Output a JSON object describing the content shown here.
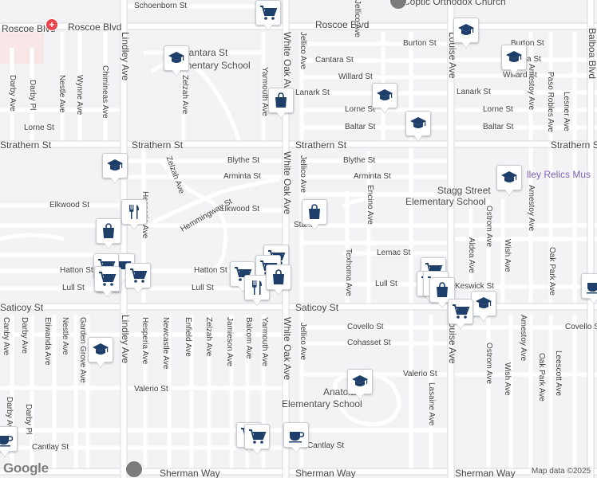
{
  "map": {
    "attribution": "Map data ©2025",
    "logo": "Google",
    "colors": {
      "background": "#f3f2f4",
      "road": "#ffffff",
      "major_road_outline": "#d9dbe1",
      "pin_icon": "#1e3f6a",
      "hospital": "#e9454c"
    }
  },
  "streets": {
    "roscoe_left": "Roscoe Blvd",
    "roscoe_mid": "Roscoe Blvd",
    "roscoe_right": "Roscoe Blvd",
    "strathern_left": "Strathern St",
    "strathern_mid": "Strathern St",
    "strathern_right": "Strathern St",
    "saticoy_left": "Saticoy St",
    "saticoy_mid": "Saticoy St",
    "sherman_left": "Sherman Way",
    "sherman_mid": "Sherman Way",
    "sherman_right": "Sherman Way",
    "schoenborn": "Schoenborn St",
    "burton": "Burton St",
    "cantara_right": "Cantara St",
    "cantara_mid": "Cantara St",
    "cantara_right2": "Cantara St",
    "willard_mid": "Willard St",
    "willard_right": "Willard St",
    "lanark_mid": "Lanark St",
    "lanark_right": "Lanark St",
    "lorne_left": "Lorne St",
    "lorne_mid": "Lorne St",
    "lorne_right": "Lorne St",
    "baltar_mid": "Baltar St",
    "baltar_right": "Baltar St",
    "blythe_left": "Blythe St",
    "blythe_mid": "Blythe St",
    "arminta_left": "Arminta St",
    "arminta_mid": "Arminta St",
    "elkwood_left": "Elkwood St",
    "elkwood_mid": "Elkwood St",
    "hemmingway": "Hemmingway St",
    "stagg_partial": "Sta..t",
    "lemac": "Lemac St",
    "hatton": "Hatton St",
    "hatton_left": "Hatton St",
    "lull_left": "Lull St",
    "lull_mid": "Lull St",
    "lull_right": "Lull St",
    "keswick": "Keswick St",
    "covello_mid": "Covello St",
    "covello_right": "Covello St",
    "cohasset": "Cohasset St",
    "valerio_left": "Valerio St",
    "valerio_mid": "Valerio St",
    "cantlay": "Cantlay St",
    "cantlay_mid": "Cantlay St",
    "darby_top": "Darby Ave",
    "darby_pl_top": "Darby Pl",
    "nestle_top": "Nestle Ave",
    "wynne": "Wynne Ave",
    "chimineas": "Chimineas Ave",
    "lindley_top": "Lindley Ave",
    "lindley_bottom": "Lindley Ave",
    "zelzah_top": "Zelzah Ave",
    "zelzah_mid": "Zelzah Ave",
    "zelzah_bottom": "Zelzah Ave",
    "yarmouth_top": "Yarmouth Ave",
    "yarmouth_bottom": "Yarmouth Ave",
    "white_oak_top": "White Oak Ave",
    "white_oak_bottom": "White Oak Ave",
    "jellico_top": "Jellico Ave",
    "jellico_mid": "Jellico Ave",
    "jellico_bottom": "Jellico Ave",
    "texhoma": "Texhoma Ave",
    "encino": "Encino Ave",
    "louise_top": "Louise Ave",
    "louise_bottom": "Louise Ave",
    "amestoy_top": "Amestoy Ave",
    "amestoy_mid": "Amestoy Ave",
    "amestoy_bottom": "Amestoy Ave",
    "paso_robles": "Paso Robles Ave",
    "lesner": "Lesner Ave",
    "balboa": "Balboa Blvd",
    "aldea": "Aldea Ave",
    "ostrom_mid": "Ostrom Ave",
    "ostrom_bottom": "Ostrom Ave",
    "wish_mid": "Wish Ave",
    "wish_bottom": "Wish Ave",
    "oak_park_mid": "Oak Park Ave",
    "oak_park_bottom": "Oak Park Ave",
    "leescott": "Leescott Ave",
    "lasaine": "Lasaine Ave",
    "hesperia_mid": "Hesperia Ave",
    "hesperia_bottom": "Hesperia Ave",
    "canby": "Canby Ave",
    "darby_bottom": "Darby Ave",
    "eiwanda": "Etiwanda Ave",
    "nestle_bottom": "Nestle Ave",
    "garden_grove": "Garden Grove Ave",
    "newcastle": "Newcastle Ave",
    "enfield": "Enfield Ave",
    "jamieson": "Jamieson Ave",
    "balcom": "Balcom Ave",
    "darby_pl_bottom": "Darby Pl"
  },
  "places": {
    "coptic": "Coptic Orthodox Church",
    "cantara_school": "Cantara St\nElementary School",
    "cantara_school_l1": "Cantara St",
    "cantara_school_l2": "Elementary School",
    "stagg_l1": "Stagg Street",
    "stagg_l2": "Elementary School",
    "relics": "Valley Relics Museum",
    "relics_partial": "lley Relics Mus",
    "anatola_l1": "Anatola",
    "anatola_l2": "Elementary School"
  },
  "pins": [
    {
      "name": "shopping-cart-pin",
      "icon": "cart"
    },
    {
      "name": "school-pin",
      "icon": "school"
    }
  ]
}
